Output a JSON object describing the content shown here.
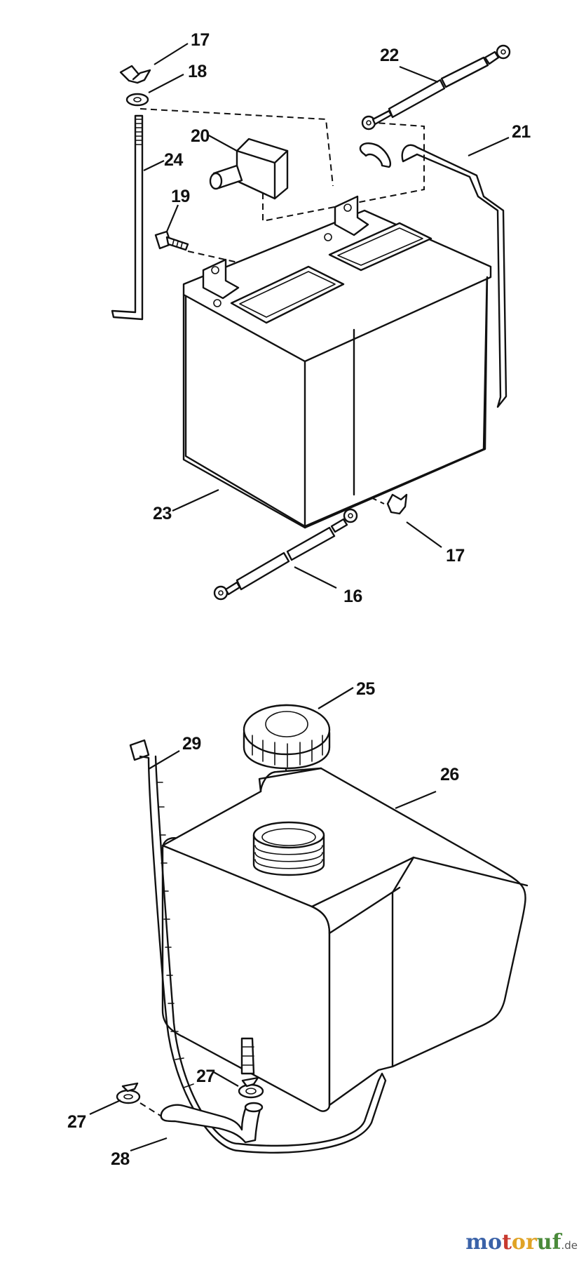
{
  "callouts": {
    "c17a": "17",
    "c18": "18",
    "c22": "22",
    "c21": "21",
    "c20": "20",
    "c24": "24",
    "c19": "19",
    "c23": "23",
    "c17b": "17",
    "c16": "16",
    "c25": "25",
    "c29": "29",
    "c26": "26",
    "c27a": "27",
    "c27b": "27",
    "c28": "28"
  },
  "watermark": {
    "part1": "m",
    "part2": "o",
    "part3": "t",
    "part4": "o",
    "part5": "r",
    "part6": "u",
    "part7": "f",
    "suffix": ".de"
  },
  "colors": {
    "ink": "#111111",
    "background": "#ffffff",
    "brand_blue": "#3a62a8",
    "brand_red": "#c8392e",
    "brand_yellow": "#e0a326",
    "brand_green": "#4a8a3a"
  }
}
